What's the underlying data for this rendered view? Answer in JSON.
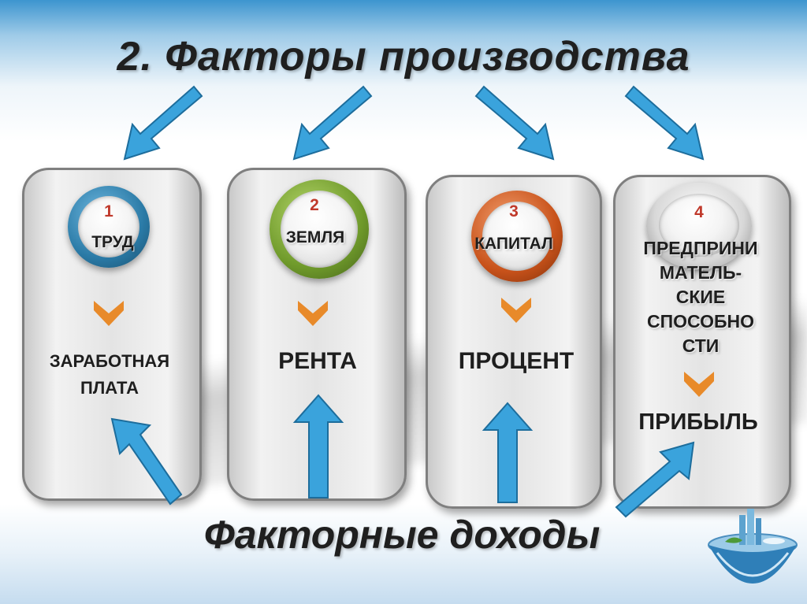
{
  "title": "2. Факторы производства",
  "footer": "Факторные доходы",
  "cards": [
    {
      "number": "1",
      "factor": "ТРУД",
      "income": "ЗАРАБОТНАЯ ПЛАТА",
      "ring_color": "#2a7aa6"
    },
    {
      "number": "2",
      "factor": "ЗЕМЛЯ",
      "income": "РЕНТА",
      "ring_color": "#6f9a2b"
    },
    {
      "number": "3",
      "factor": "КАПИТАЛ",
      "income": "ПРОЦЕНТ",
      "ring_color": "#c8521a"
    },
    {
      "number": "4",
      "factor": "ПРЕДПРИНИ МАТЕЛЬ- СКИЕ СПОСОБНО СТИ",
      "income": "ПРИБЫЛЬ",
      "ring_color": "#d8d8d8"
    }
  ],
  "colors": {
    "arrow": "#3aa3dc",
    "chevron": "#e88a2a"
  }
}
